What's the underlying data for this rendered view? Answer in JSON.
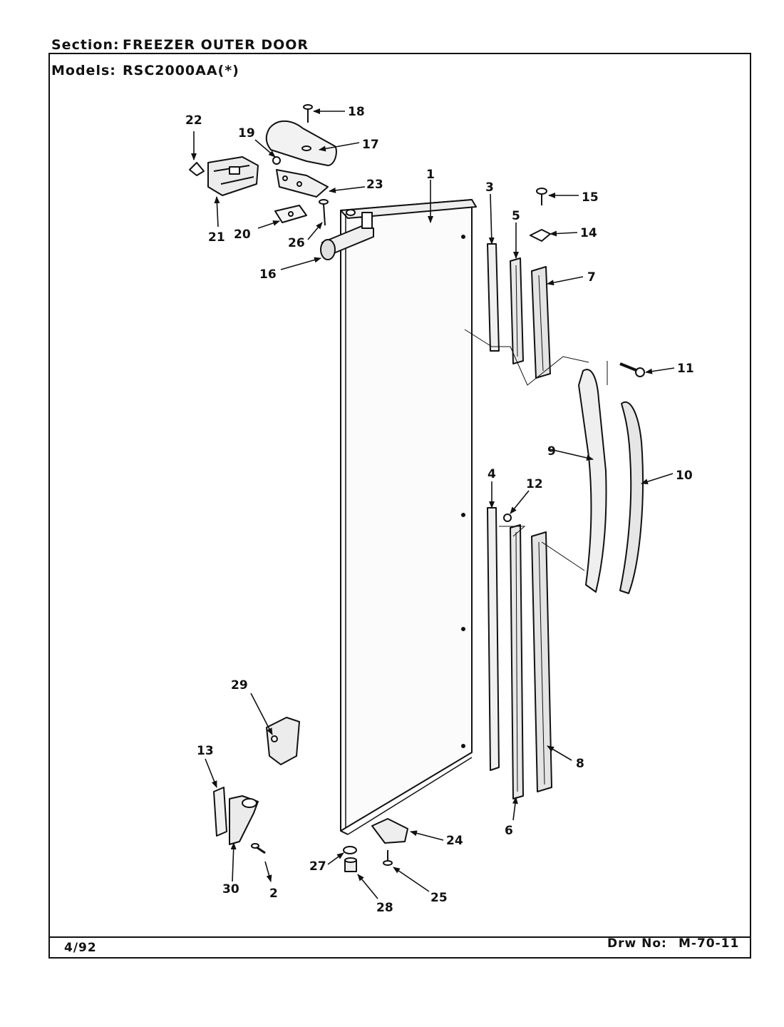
{
  "header": {
    "section_label": "Section:",
    "section_value": "FREEZER OUTER DOOR",
    "models_label": "Models:",
    "models_value": "RSC2000AA(*)"
  },
  "footer": {
    "date": "4/92",
    "drawing_label": "Drw No:",
    "drawing_number": "M-70-11"
  },
  "callouts": [
    "1",
    "2",
    "3",
    "4",
    "5",
    "6",
    "7",
    "8",
    "9",
    "10",
    "11",
    "12",
    "13",
    "14",
    "15",
    "16",
    "17",
    "18",
    "19",
    "20",
    "21",
    "22",
    "23",
    "24",
    "25",
    "26",
    "27",
    "28",
    "29",
    "30"
  ]
}
